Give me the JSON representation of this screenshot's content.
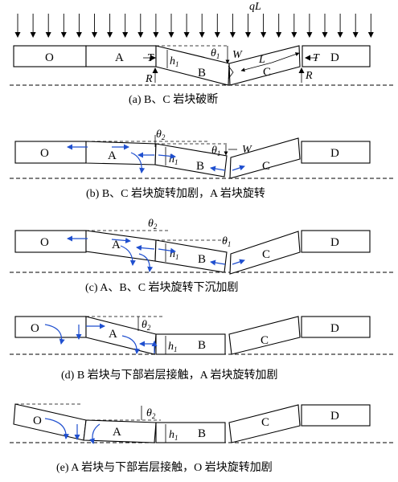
{
  "load_label": "qL",
  "blocks": {
    "o": "O",
    "a": "A",
    "b": "B",
    "c": "C",
    "d": "D",
    "l": "L"
  },
  "symbols": {
    "t": "T",
    "r": "R",
    "w": "W",
    "theta": "θ",
    "h": "h",
    "one": "1",
    "two": "2"
  },
  "captions": {
    "a": "(a)  B、C 岩块破断",
    "b": "(b)  B、C 岩块旋转加剧，A 岩块旋转",
    "c": "(c)  A、B、C 岩块旋转下沉加剧",
    "d": "(d)  B 岩块与下部岩层接触，A 岩块旋转加剧",
    "e": "(e)  A 岩块与下部岩层接触，O 岩块旋转加剧"
  },
  "colors": {
    "arrows": "#1f4fcf",
    "lines": "#000000"
  }
}
